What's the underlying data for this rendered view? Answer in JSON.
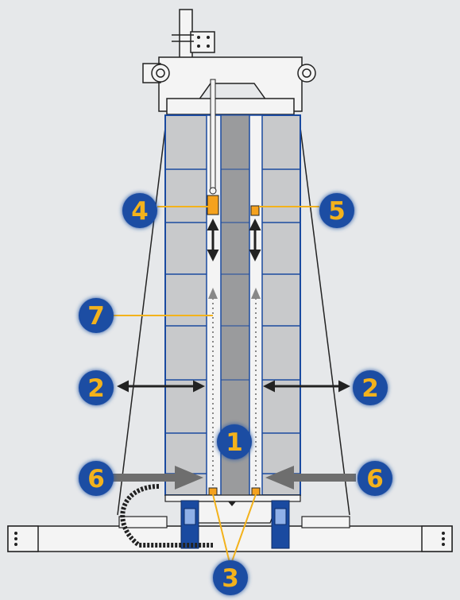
{
  "colors": {
    "background": "#e6e8ea",
    "frame_blue": "#1a4aa0",
    "badge_blue": "#1b4ea3",
    "badge_text": "#f3b21b",
    "leader_line": "#f3b21b",
    "block_light": "#c8c9cb",
    "block_dark": "#9a9b9d",
    "sensor_orange": "#f5a21e",
    "arrow_dark": "#222222",
    "arrow_gray": "#6e6e6e"
  },
  "callouts": {
    "c1": "1",
    "c2_left": "2",
    "c2_right": "2",
    "c3": "3",
    "c4": "4",
    "c5": "5",
    "c6_left": "6",
    "c6_right": "6",
    "c7": "7"
  },
  "icons": {
    "vertical_motion": "double-arrow-vertical-icon",
    "horizontal_motion": "double-arrow-horizontal-icon",
    "push": "arrow-right-icon"
  }
}
